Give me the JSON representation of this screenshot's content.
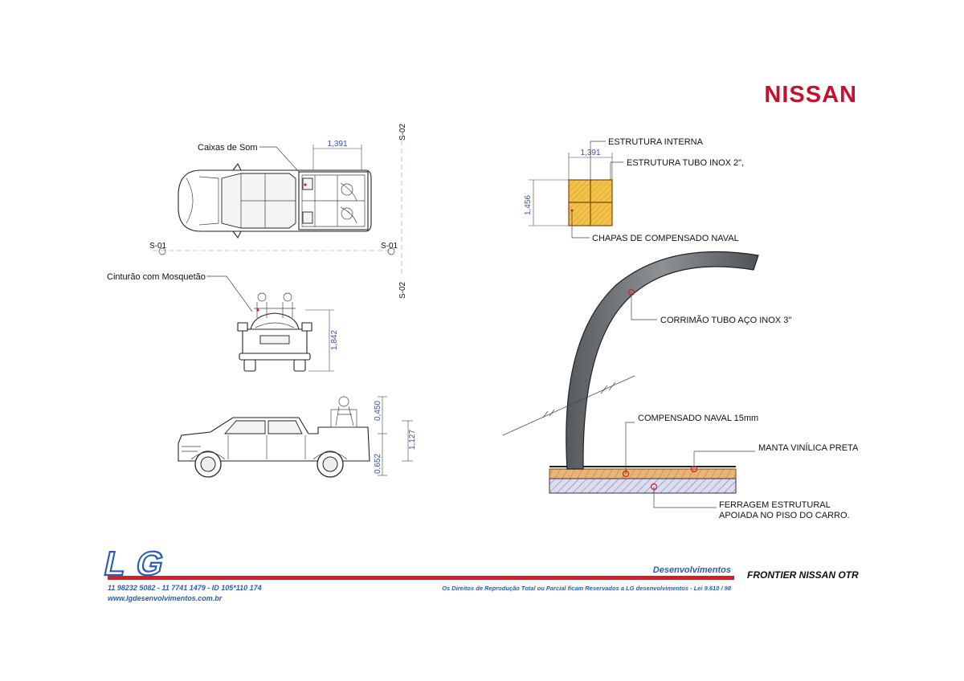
{
  "brand": {
    "nissan": "NISSAN",
    "nissan_color": "#c8102e"
  },
  "top_view": {
    "label": "Caixas de Som",
    "dim_width": "1,391",
    "section_s01_left": "S-01",
    "section_s01_right": "S-01",
    "section_s02_top": "S-02",
    "section_s02_bottom": "S-02"
  },
  "rear_view": {
    "label": "Cinturão com Mosquetão",
    "dim_height": "1,842"
  },
  "side_view": {
    "dim_top": "0,450",
    "dim_total": "1,127",
    "dim_bottom": "0,652"
  },
  "detail_section": {
    "dim_width": "1,391",
    "dim_height": "1,456",
    "label_estrutura_interna": "ESTRUTURA INTERNA",
    "label_estrutura_tubo": "ESTRUTURA TUBO INOX 2\",",
    "label_chapas": "CHAPAS DE COMPENSADO NAVAL"
  },
  "rail_detail": {
    "label_corrimao": "CORRIMÃO TUBO AÇO INOX 3\"",
    "label_compensado": "COMPENSADO NAVAL 15mm",
    "label_manta": "MANTA VINÍLICA PRETA",
    "label_ferragem_1": "FERRAGEM ESTRUTURAL",
    "label_ferragem_2": "APOIADA NO PISO DO CARRO."
  },
  "footer": {
    "logo": "LG",
    "company": "Desenvolvimentos",
    "project": "FRONTIER NISSAN OTR",
    "phones": "11 98232 5082 - 11 7741 1479 - ID 105*110 174",
    "website": "www.lgdesenvolvimentos.com.br",
    "rights": "Os Direitos de Reprodução Total ou Parcial ficam Reservados a LG desenvolvimentos - Lei 9.610 / 98",
    "accent_color": "#d32020",
    "logo_color": "#2a5db0"
  }
}
